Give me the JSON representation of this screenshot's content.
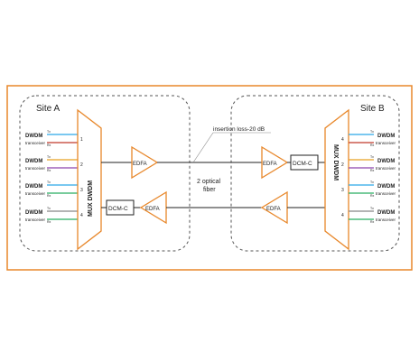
{
  "colors": {
    "frame": "#e8872a",
    "amp": "#e8872a",
    "line": "#222222",
    "site_border": "#555555",
    "lane_colors": [
      [
        "#2aa6e8",
        "#c0392b"
      ],
      [
        "#e8a020",
        "#8e44ad"
      ],
      [
        "#2aa6e8",
        "#27ae60"
      ],
      [
        "#888888",
        "#27ae60"
      ]
    ]
  },
  "site_a": {
    "title": "Site A"
  },
  "site_b": {
    "title": "Site B"
  },
  "mux_a": {
    "label": "MUX DWDM"
  },
  "mux_b": {
    "label": "MUX DWDM"
  },
  "transceivers": {
    "name": "DWDM",
    "sub": "transceiver",
    "tx": "Tx",
    "rx": "Rx"
  },
  "ports": [
    "1",
    "2",
    "3",
    "4"
  ],
  "ports_b": [
    "4",
    "2",
    "3",
    "4"
  ],
  "edfa": {
    "label": "EDFA"
  },
  "dcm": {
    "label": "DCM-C"
  },
  "fiber": {
    "insertion_loss": "insertion loss-20 dB",
    "line1": "2 optical",
    "line2": "fiber"
  }
}
